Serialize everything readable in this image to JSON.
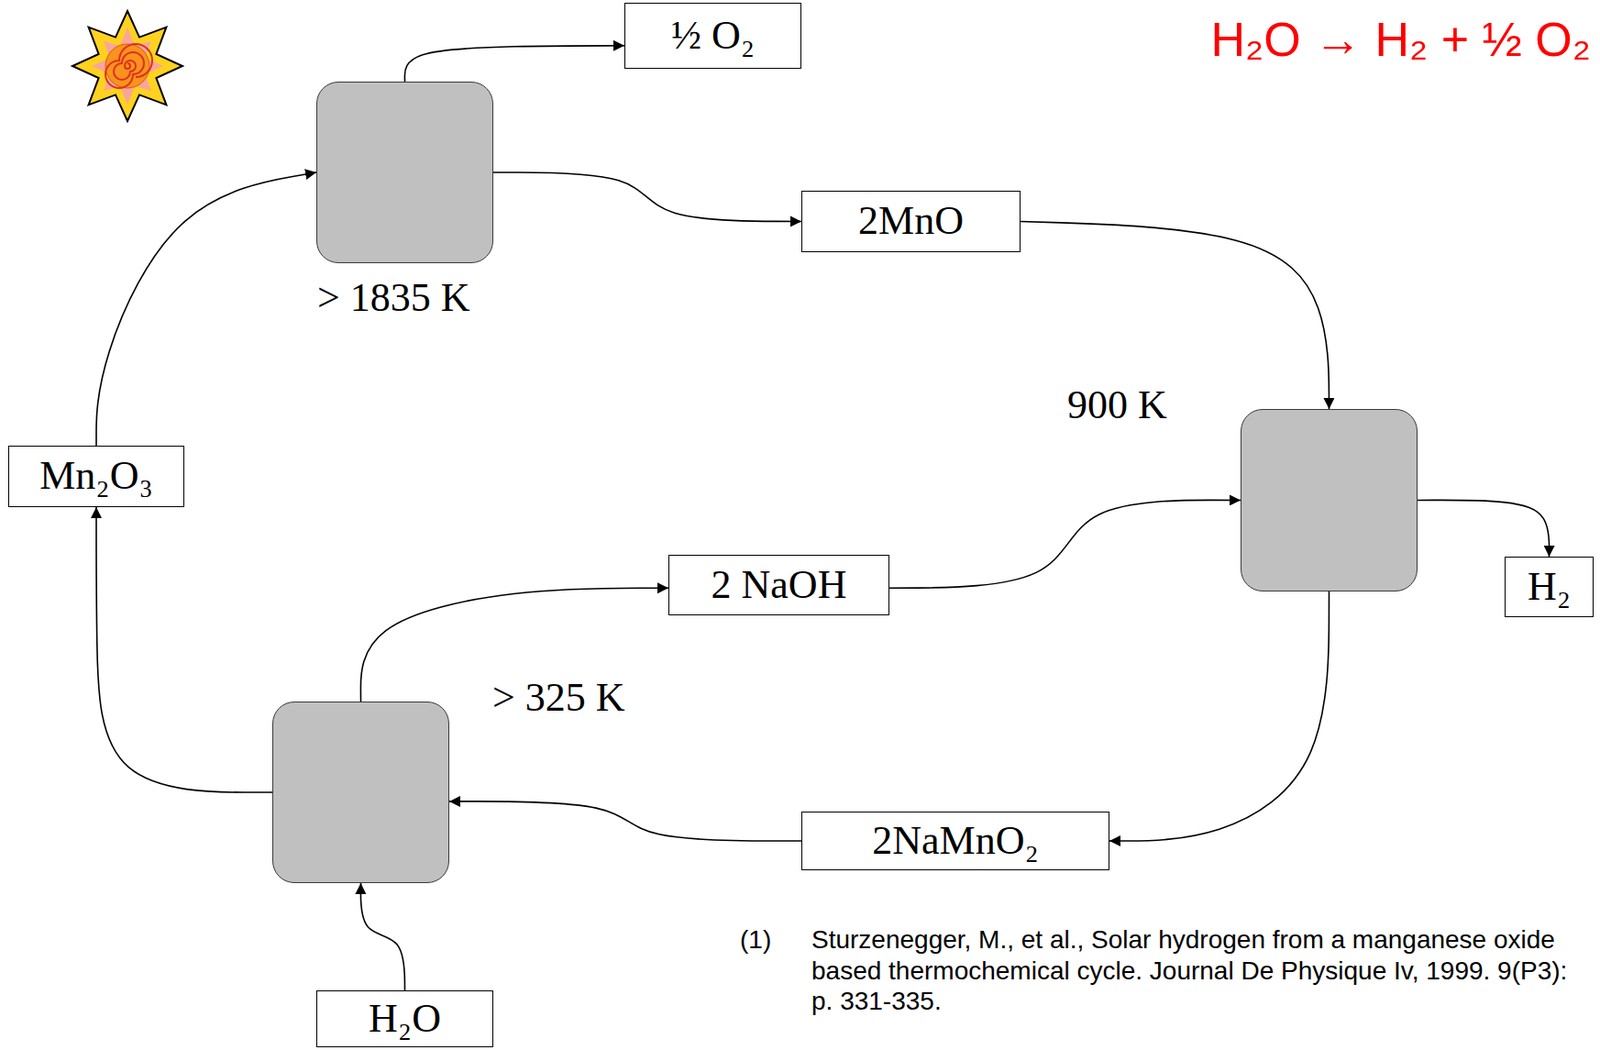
{
  "diagram": {
    "title": "H₂O → H₂ + ½ O₂",
    "nodes": [
      {
        "text": [
          "½ O₂"
        ]
      },
      {
        "text": [
          "> 1835 K"
        ]
      },
      {
        "text": [
          "2MnO"
        ]
      },
      {
        "text": [
          "900 K"
        ]
      },
      {
        "text": [
          "Mn₂O₃"
        ]
      },
      {
        "text": [
          "2 NaOH"
        ]
      },
      {
        "text": [
          "H₂"
        ]
      },
      {
        "text": [
          "> 325 K"
        ]
      },
      {
        "text": [
          "2NaMnO₂"
        ]
      },
      {
        "text": [
          "H₂O"
        ]
      }
    ],
    "edges": [
      {
        "from": 4,
        "to": 1,
        "arrow": "to"
      },
      {
        "from": 1,
        "to": 0,
        "arrow": "to"
      },
      {
        "from": 1,
        "to": 2,
        "arrow": "to"
      },
      {
        "from": 2,
        "to": 3,
        "arrow": "to"
      },
      {
        "from": 5,
        "to": 3,
        "arrow": "to"
      },
      {
        "from": 3,
        "to": 6,
        "arrow": "to"
      },
      {
        "from": 3,
        "to": 8,
        "arrow": "to"
      },
      {
        "from": 8,
        "to": 7,
        "arrow": "to"
      },
      {
        "from": 9,
        "to": 7,
        "arrow": "to"
      },
      {
        "from": 7,
        "to": 5,
        "arrow": "to"
      },
      {
        "from": 7,
        "to": 4,
        "arrow": "to"
      }
    ],
    "labels": [
      "(1)",
      "Sturzenegger, M., et al., Solar hydrogen from a manganese oxide based thermochemical cycle. Journal De Physique Iv, 1999. 9(P3): p. 331-335."
    ]
  }
}
